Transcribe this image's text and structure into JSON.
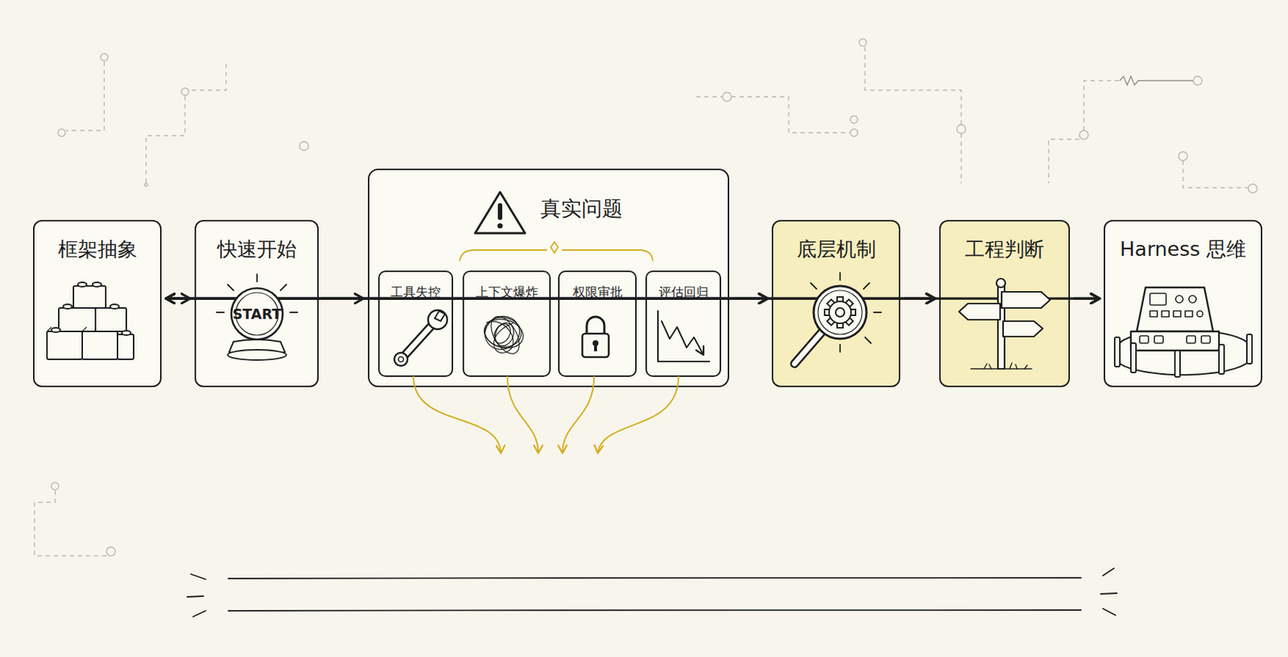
{
  "diagram": {
    "nodes": [
      {
        "text": [
          "框架抽象"
        ]
      },
      {
        "text": [
          "快速开始"
        ]
      },
      {
        "text": [
          "真实问题"
        ]
      },
      {
        "text": [
          "工具失控"
        ],
        "in": 2
      },
      {
        "text": [
          "上下文爆炸"
        ],
        "in": 2
      },
      {
        "text": [
          "权限审批"
        ],
        "in": 2
      },
      {
        "text": [
          "评估回归"
        ],
        "in": 2
      },
      {
        "text": [
          "底层机制"
        ]
      },
      {
        "text": [
          "工程判断"
        ]
      },
      {
        "text": [
          "Harness 思维"
        ]
      }
    ],
    "edges": [
      {
        "from": 0,
        "to": 1,
        "arrow": "to"
      },
      {
        "from": 1,
        "to": 2,
        "arrow": "to"
      },
      {
        "from": 2,
        "to": 7,
        "arrow": "to"
      },
      {
        "from": 7,
        "to": 8,
        "arrow": "to"
      },
      {
        "from": 8,
        "to": 9,
        "arrow": "to"
      },
      {
        "from": 7,
        "to": 0,
        "arrow": "both"
      },
      {
        "from": 8,
        "to": 0,
        "arrow": "both"
      },
      {
        "from": 9,
        "to": 0,
        "arrow": "both"
      }
    ],
    "labels": [
      "START"
    ]
  }
}
